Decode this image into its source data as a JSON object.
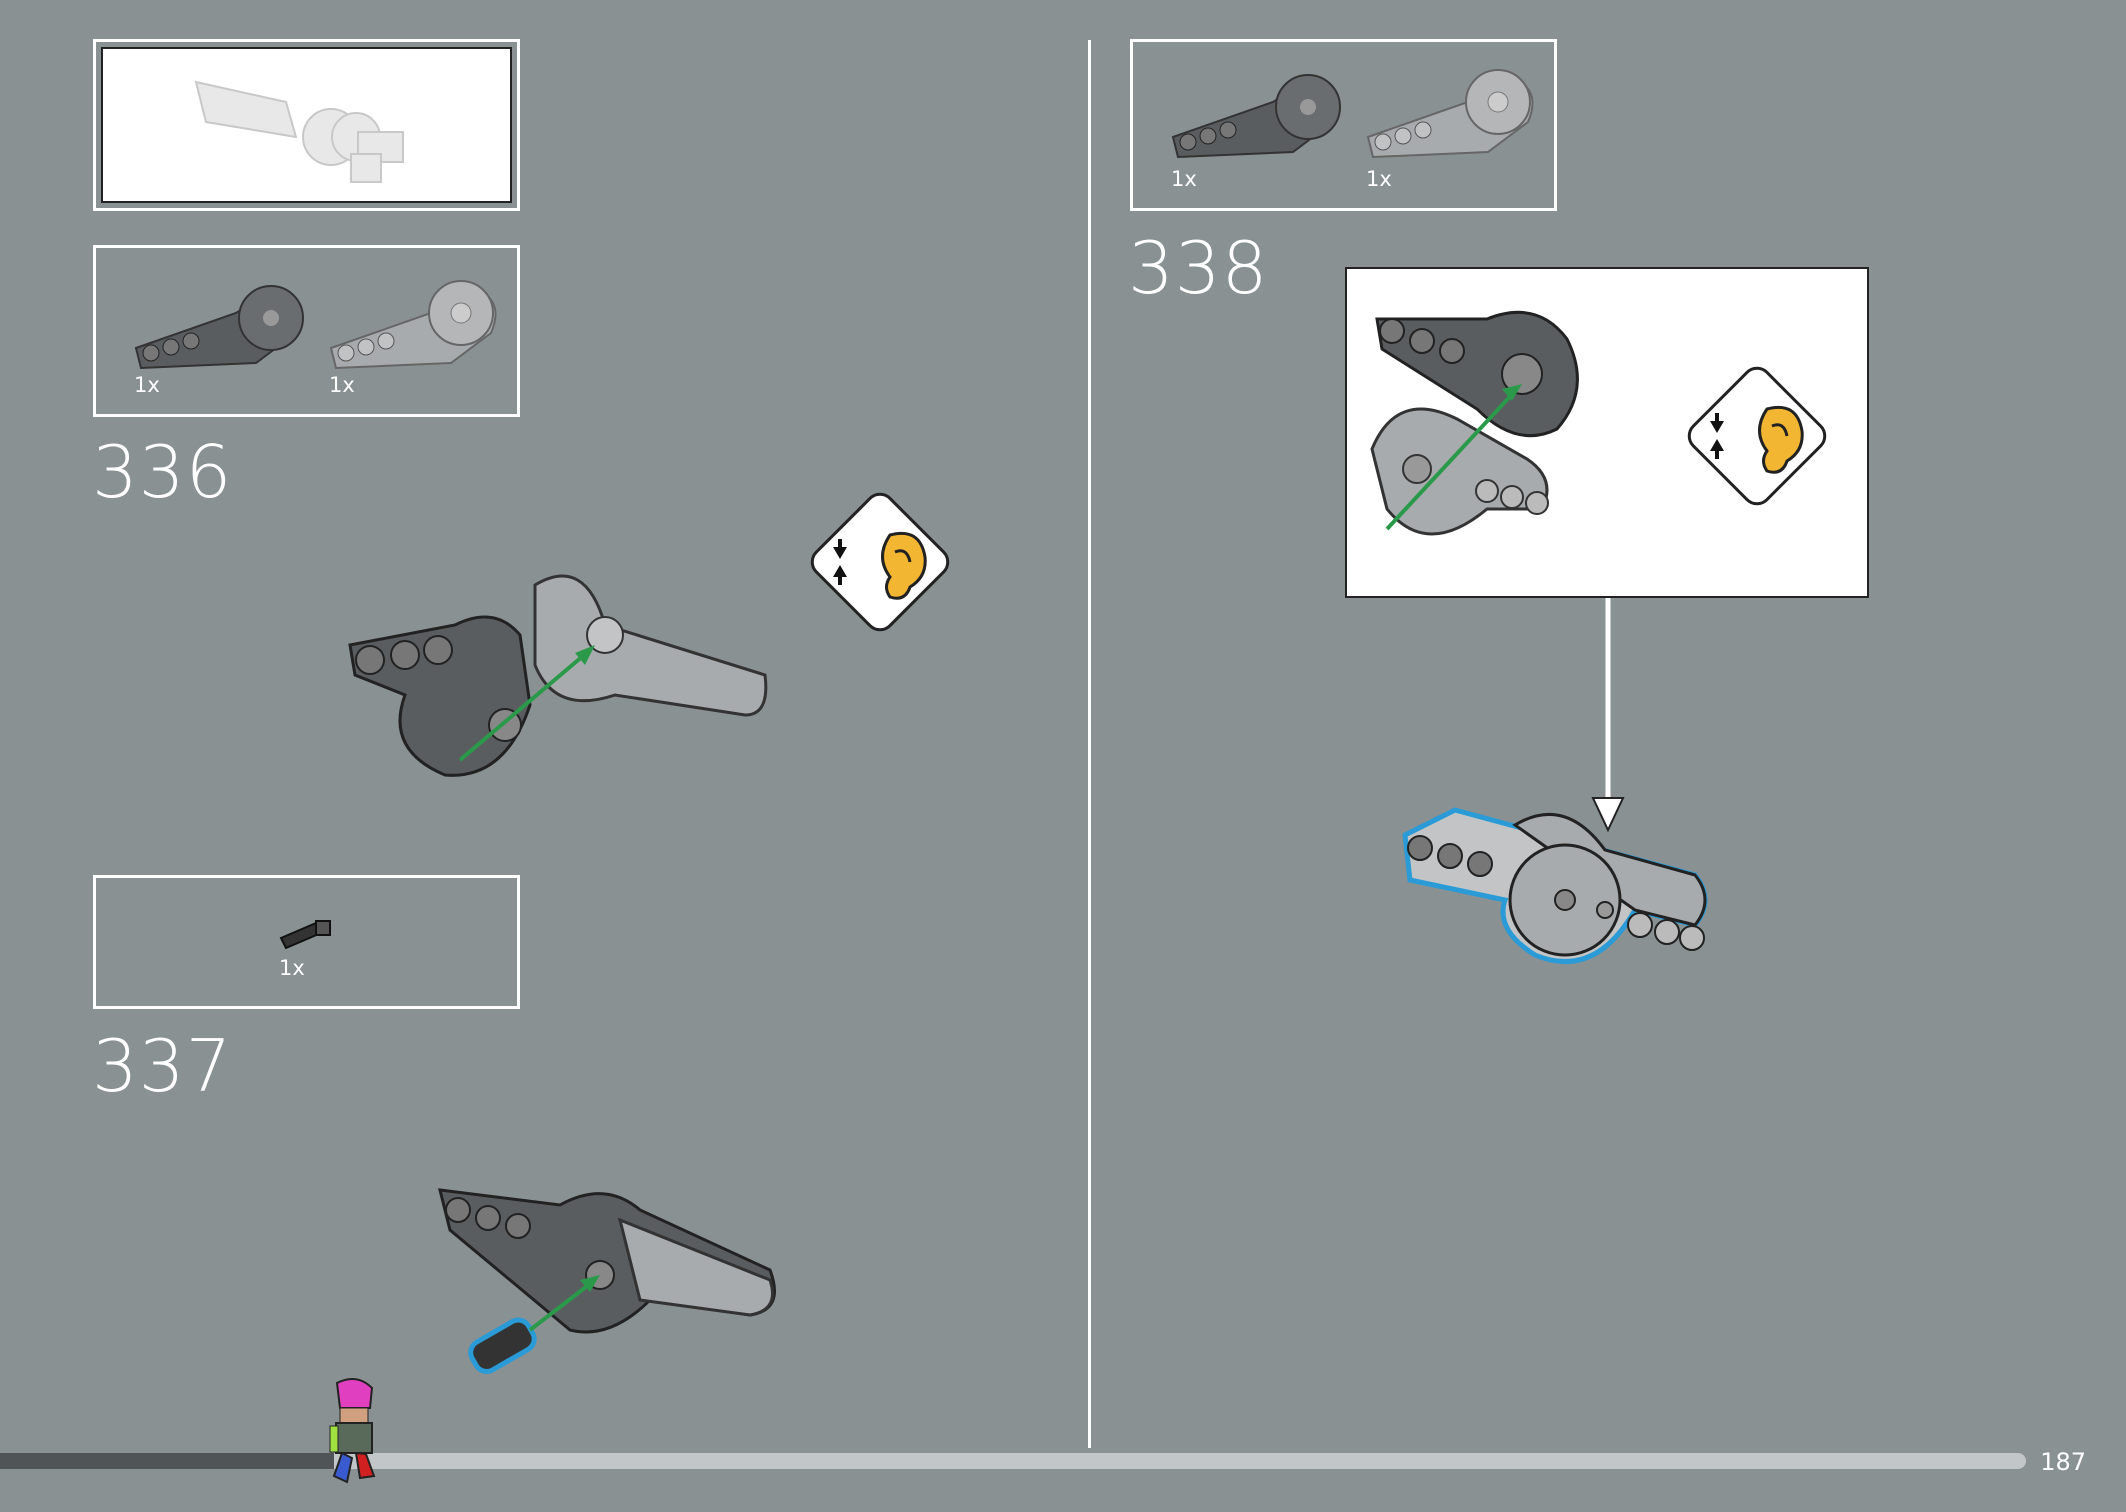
{
  "page": {
    "number": "187"
  },
  "steps": [
    {
      "number": "336",
      "parts": [
        {
          "qty": "1x"
        },
        {
          "qty": "1x"
        }
      ],
      "callout": "hint-sound-click"
    },
    {
      "number": "337",
      "parts": [
        {
          "qty": "1x"
        }
      ]
    },
    {
      "number": "338",
      "parts": [
        {
          "qty": "1x"
        },
        {
          "qty": "1x"
        }
      ],
      "callout": "hint-sound-click"
    }
  ],
  "progress": {
    "fraction": 0.165
  },
  "colors": {
    "background": "#8a9193",
    "highlight": "#2a9bd6",
    "arrow": "#2a9a4a",
    "ear": "#f2b632"
  }
}
